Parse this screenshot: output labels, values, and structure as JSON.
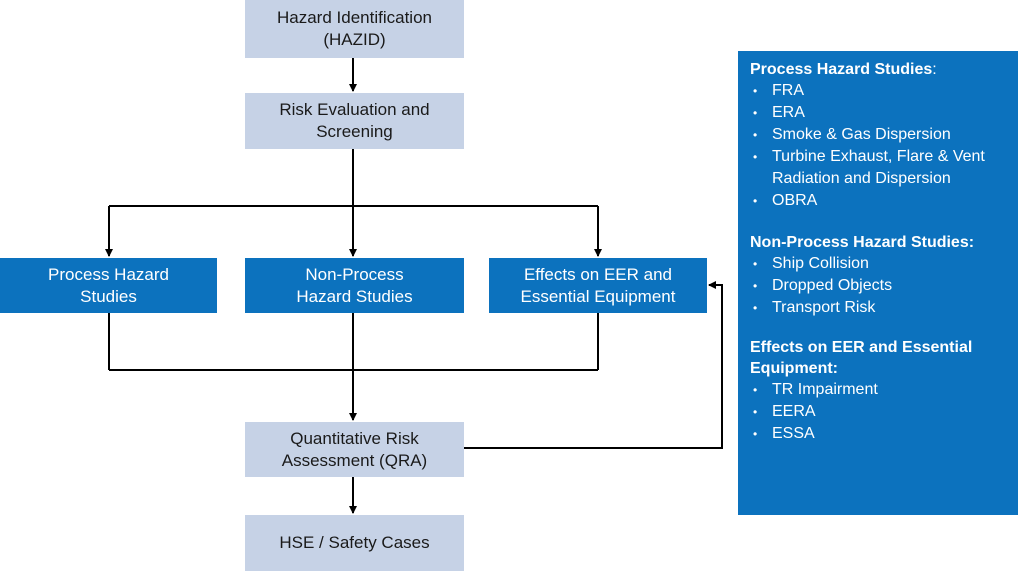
{
  "flowchart": {
    "hazid": "Hazard Identification\n(HAZID)",
    "risk_eval": "Risk Evaluation and\nScreening",
    "process_hazard": "Process Hazard\nStudies",
    "non_process_hazard": "Non-Process\nHazard Studies",
    "effects_eer": "Effects on EER and\nEssential Equipment",
    "qra": "Quantitative Risk\nAssessment (QRA)",
    "hse_safety": "HSE / Safety Cases"
  },
  "side_panel": {
    "process_section": {
      "title": "Process Hazard Studies",
      "items": [
        "FRA",
        "ERA",
        "Smoke & Gas Dispersion",
        "Turbine Exhaust, Flare & Vent Radiation and Dispersion",
        "OBRA"
      ]
    },
    "nonprocess_section": {
      "title": "Non-Process Hazard Studies",
      "items": [
        "Ship Collision",
        "Dropped Objects",
        "Transport Risk"
      ]
    },
    "effects_section": {
      "title": "Effects on EER and Essential Equipment",
      "items": [
        "TR Impairment",
        "EERA",
        "ESSA"
      ]
    }
  },
  "colors": {
    "light_box": "#c6d2e6",
    "dark_box": "#0c72be",
    "connector": "#000000"
  }
}
